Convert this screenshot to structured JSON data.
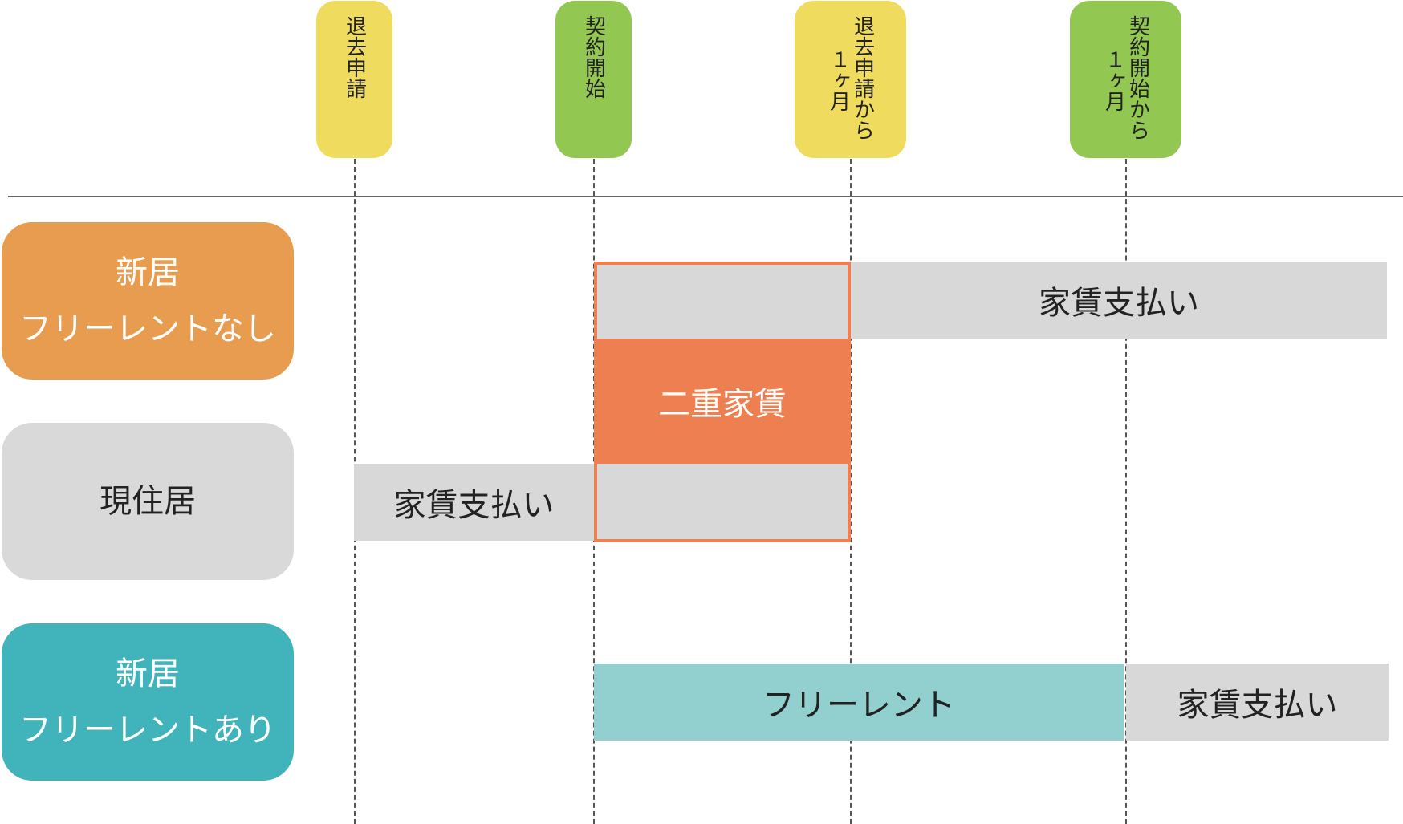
{
  "timeline_markers": [
    {
      "lines": [
        "退去申請"
      ],
      "color": "#efdc5f"
    },
    {
      "lines": [
        "契約開始"
      ],
      "color": "#92c752"
    },
    {
      "lines": [
        "退去申請から",
        "１ヶ月"
      ],
      "color": "#efdc5f"
    },
    {
      "lines": [
        "契約開始から",
        "１ヶ月"
      ],
      "color": "#92c752"
    }
  ],
  "rows": [
    {
      "lines": [
        "新居",
        "フリーレントなし"
      ],
      "color": "#e89c4f"
    },
    {
      "lines": [
        "現住居"
      ],
      "color": "#d9d9d9"
    },
    {
      "lines": [
        "新居",
        "フリーレントあり"
      ],
      "color": "#41b3bb"
    }
  ],
  "bars": {
    "new_no_freerent_payment": "家賃支払い",
    "double_rent": "二重家賃",
    "current_payment": "家賃支払い",
    "freerent": "フリーレント",
    "new_freerent_payment": "家賃支払い"
  },
  "colors": {
    "payment": "#d8d8d8",
    "double_rent": "#ee7f50",
    "freerent": "#91d0ce"
  }
}
